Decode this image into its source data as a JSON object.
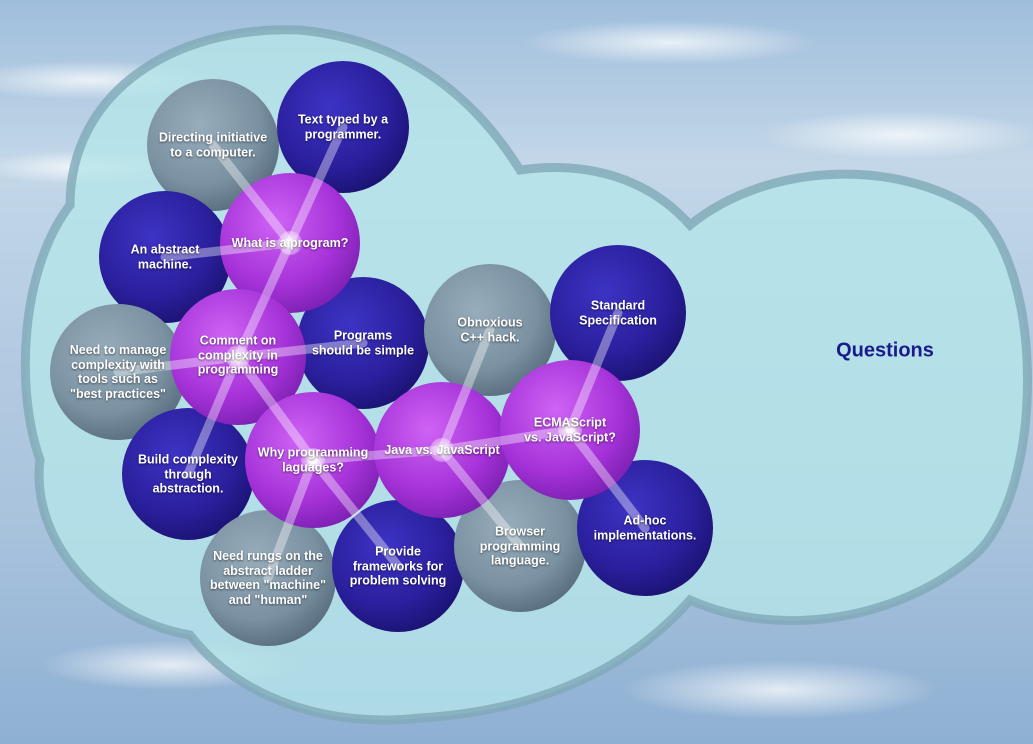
{
  "title": "Questions",
  "colors": {
    "purple": "#b13ae0",
    "navy": "#2b1f9e",
    "gray": "#7f97a8",
    "zone_fill": "#b5e6e9",
    "zone_stroke": "#7fa9b6",
    "title": "#1a1a8c"
  },
  "bubbles": [
    {
      "id": "what-is-a-program",
      "kind": "hub",
      "color": "purple",
      "text": "What is a program?"
    },
    {
      "id": "directing-initiative",
      "kind": "leaf",
      "color": "gray",
      "text": "Directing initiative\nto a computer."
    },
    {
      "id": "text-typed",
      "kind": "leaf",
      "color": "navy",
      "text": "Text typed by a\nprogrammer."
    },
    {
      "id": "abstract-machine",
      "kind": "leaf",
      "color": "navy",
      "text": "An abstract\nmachine."
    },
    {
      "id": "comment-complexity",
      "kind": "hub",
      "color": "purple",
      "text": "Comment on\ncomplexity in\nprogramming"
    },
    {
      "id": "programs-simple",
      "kind": "leaf",
      "color": "navy",
      "text": "Programs\nshould be simple"
    },
    {
      "id": "manage-complexity",
      "kind": "leaf",
      "color": "gray",
      "text": "Need to manage\ncomplexity with\ntools such as\n\"best practices\""
    },
    {
      "id": "build-complexity",
      "kind": "leaf",
      "color": "navy",
      "text": "Build complexity\nthrough\nabstraction."
    },
    {
      "id": "why-languages",
      "kind": "hub",
      "color": "purple",
      "text": "Why programming\nlaguages?"
    },
    {
      "id": "rungs-ladder",
      "kind": "leaf",
      "color": "gray",
      "text": "Need rungs on the\nabstract ladder\nbetween \"machine\"\nand \"human\""
    },
    {
      "id": "frameworks",
      "kind": "leaf",
      "color": "navy",
      "text": "Provide\nframeworks for\nproblem solving"
    },
    {
      "id": "java-vs-js",
      "kind": "hub",
      "color": "purple",
      "text": "Java vs. JavaScript"
    },
    {
      "id": "obnoxious-cpp",
      "kind": "leaf",
      "color": "gray",
      "text": "Obnoxious\nC++ hack."
    },
    {
      "id": "browser-language",
      "kind": "leaf",
      "color": "gray",
      "text": "Browser\nprogramming\nlanguage."
    },
    {
      "id": "ecmascript",
      "kind": "hub",
      "color": "purple",
      "text": "ECMAScript\nvs. JavaScript?"
    },
    {
      "id": "standard-spec",
      "kind": "leaf",
      "color": "navy",
      "text": "Standard\nSpecification"
    },
    {
      "id": "adhoc",
      "kind": "leaf",
      "color": "navy",
      "text": "Ad-hoc\nimplementations."
    }
  ],
  "links": [
    [
      "what-is-a-program",
      "directing-initiative"
    ],
    [
      "what-is-a-program",
      "text-typed"
    ],
    [
      "what-is-a-program",
      "abstract-machine"
    ],
    [
      "what-is-a-program",
      "comment-complexity"
    ],
    [
      "comment-complexity",
      "programs-simple"
    ],
    [
      "comment-complexity",
      "manage-complexity"
    ],
    [
      "comment-complexity",
      "build-complexity"
    ],
    [
      "comment-complexity",
      "why-languages"
    ],
    [
      "why-languages",
      "rungs-ladder"
    ],
    [
      "why-languages",
      "frameworks"
    ],
    [
      "why-languages",
      "java-vs-js"
    ],
    [
      "java-vs-js",
      "obnoxious-cpp"
    ],
    [
      "java-vs-js",
      "browser-language"
    ],
    [
      "java-vs-js",
      "ecmascript"
    ],
    [
      "ecmascript",
      "standard-spec"
    ],
    [
      "ecmascript",
      "adhoc"
    ]
  ]
}
